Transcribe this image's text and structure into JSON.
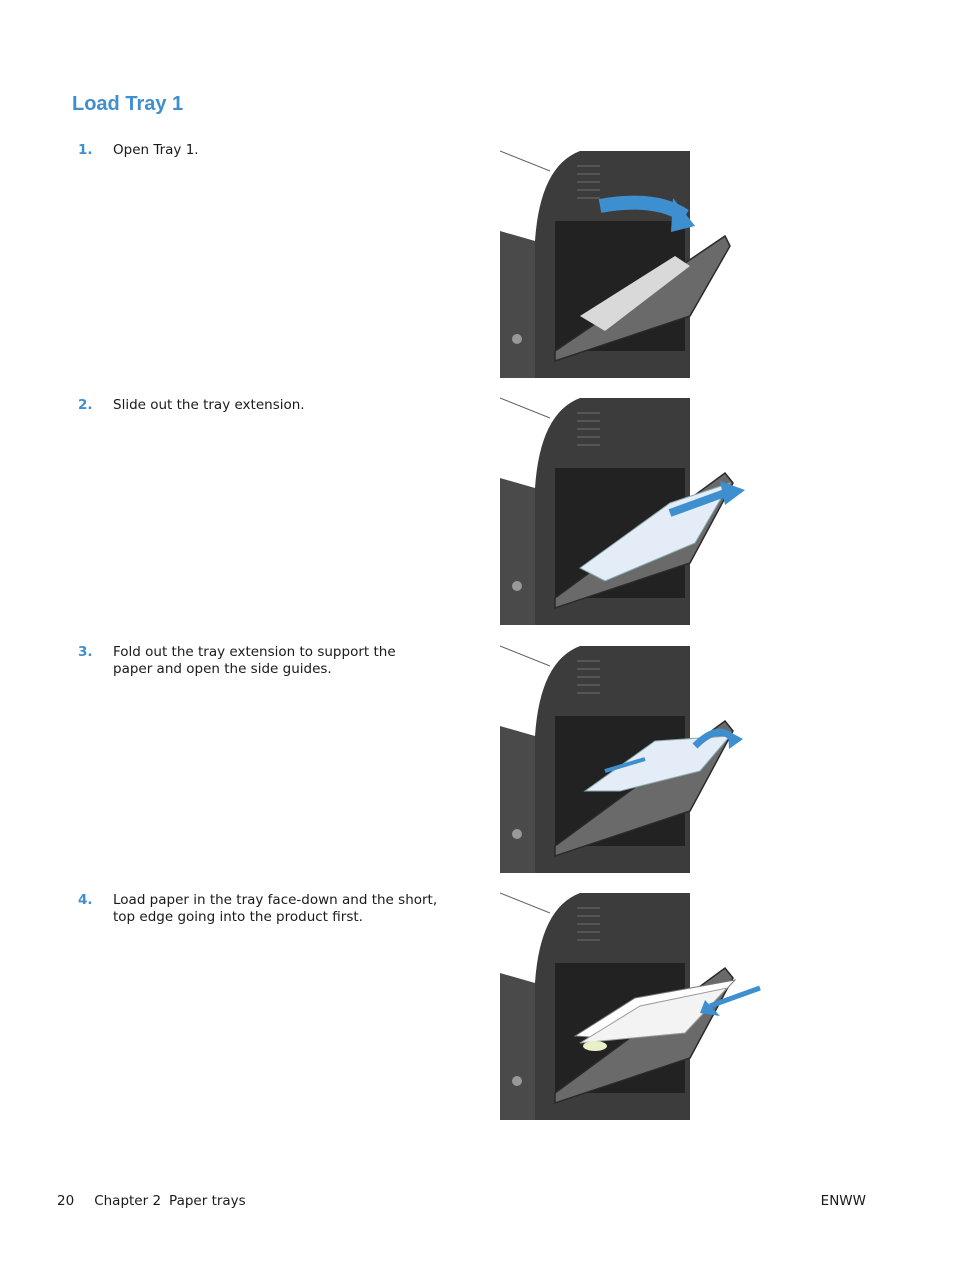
{
  "title": "Load Tray 1",
  "steps": [
    {
      "num": "1.",
      "text": "Open Tray 1."
    },
    {
      "num": "2.",
      "text": "Slide out the tray extension."
    },
    {
      "num": "3.",
      "text": "Fold out the tray extension to support the paper and open the side guides."
    },
    {
      "num": "4.",
      "text": "Load paper in the tray face-down and the short, top edge going into the product first."
    }
  ],
  "footer": {
    "page_number": "20",
    "chapter": "Chapter 2",
    "section": "Paper trays",
    "code": "ENWW"
  },
  "colors": {
    "accent": "#3e8fd0",
    "printer_body": "#3c3c3c",
    "paper": "#ffffff"
  }
}
